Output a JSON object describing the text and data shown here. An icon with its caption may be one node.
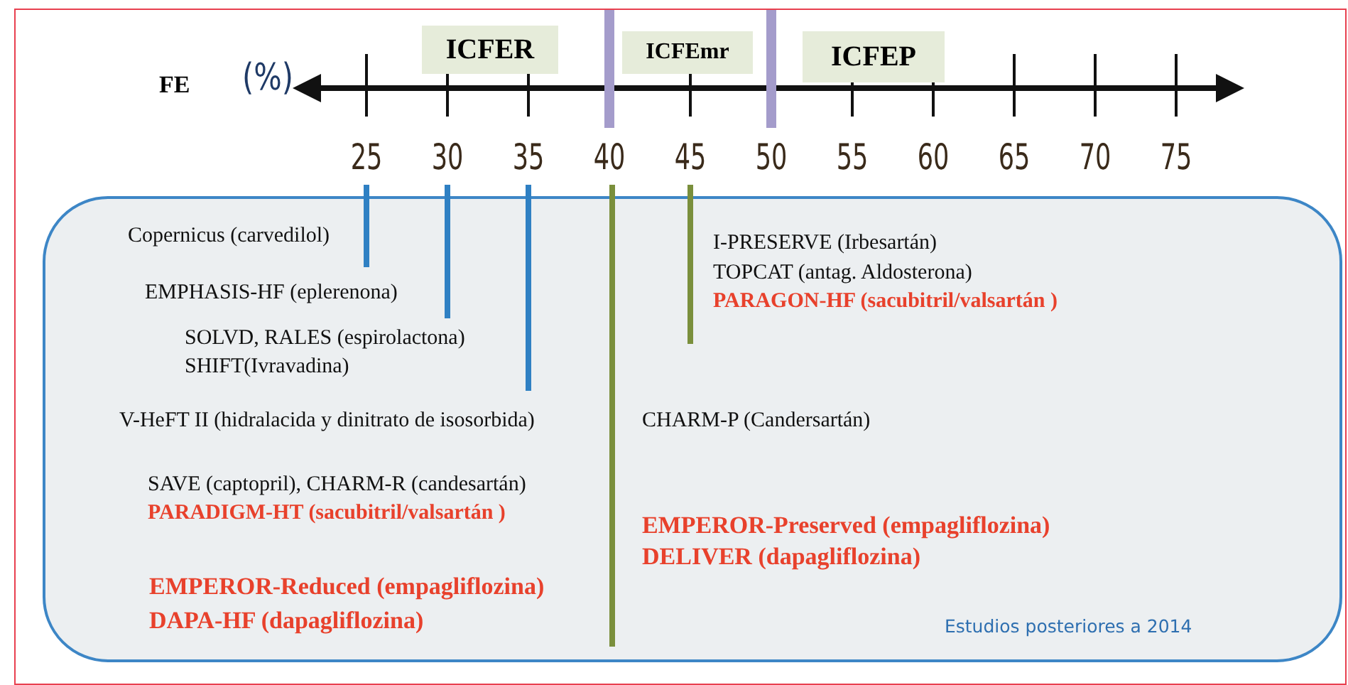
{
  "diagram": {
    "nodes": [
      {
        "text": [
          "ICFER"
        ]
      },
      {
        "text": [
          "ICFEmr"
        ]
      },
      {
        "text": [
          "ICFEP"
        ]
      },
      {
        "text": [
          "Copernicus (carvedilol)",
          "EMPHASIS-HF (eplerenona)",
          "SOLVD, RALES (espirolactona)",
          "SHIFT(Ivravadina)",
          "V-HeFT II (hidralacida y dinitrato de isosorbida)",
          "SAVE (captopril), CHARM-R (candesartán)",
          "PARADIGM-HT (sacubitril/valsartán )",
          "EMPEROR-Reduced (empagliflozina)",
          "DAPA-HF (dapagliflozina)",
          "I-PRESERVE (Irbesartán)",
          "TOPCAT (antag. Aldosterona)",
          "PARAGON-HF (sacubitril/valsartán )",
          "CHARM-P (Candersartán)",
          "EMPEROR-Preserved (empagliflozina)",
          "DELIVER (dapagliflozina)",
          "Estudios posteriores a 2014"
        ]
      }
    ],
    "labels": [
      "FE",
      "(%)",
      "25",
      "30",
      "35",
      "40",
      "45",
      "50",
      "55",
      "60",
      "65",
      "70",
      "75"
    ]
  }
}
